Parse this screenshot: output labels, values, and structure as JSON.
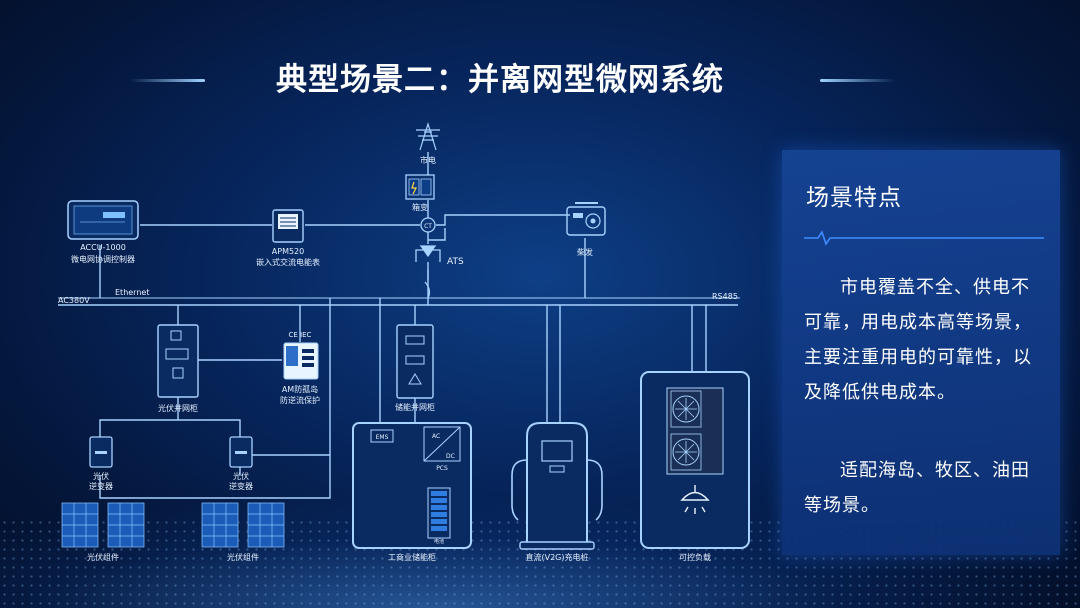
{
  "title": "典型场景二：并离网型微网系统",
  "diagram": {
    "grid_label": "市电",
    "transformer_label": "箱变",
    "ats_label": "ATS",
    "ct_label": "CT",
    "genset_label": "柴发",
    "accu_model": "ACCU-1000",
    "accu_desc": "微电网协调控制器",
    "apm_model": "APM520",
    "apm_desc": "嵌入式交流电能表",
    "ethernet_label": "Ethernet",
    "ac_bus_label": "AC380V",
    "rs485_label": "RS485",
    "pv_cabinet_label": "光伏并网柜",
    "ce_iec_label": "CE IEC",
    "am_label_line1": "AM防孤岛",
    "am_label_line2": "防逆流保护",
    "storage_cabinet_label": "储能并网柜",
    "inverter_label_line1": "光伏",
    "inverter_label_line2": "逆变器",
    "pv_module_label": "光伏组件",
    "ems_label": "EMS",
    "ac_label": "AC",
    "dc_label": "DC",
    "pcs_label": "PCS",
    "battery_label": "电池",
    "storage_label": "工商业储能柜",
    "charger_label": "直流(V2G)充电桩",
    "load_label": "可控负载"
  },
  "panel": {
    "heading": "场景特点",
    "paragraph1": "市电覆盖不全、供电不可靠，用电成本高等场景，主要注重用电的可靠性，以及降低供电成本。",
    "paragraph2": "适配海岛、牧区、油田等场景。"
  },
  "colors": {
    "line": "#a8d2ff",
    "accent": "#3f8cff"
  }
}
